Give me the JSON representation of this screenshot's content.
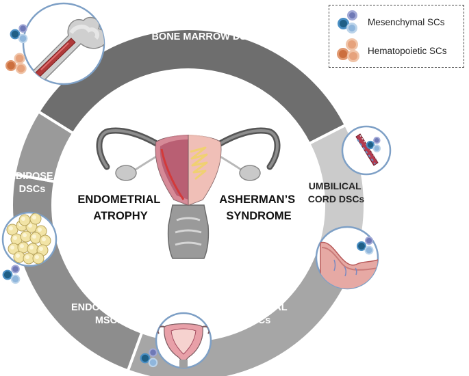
{
  "legend": {
    "items": [
      {
        "label": "Mesenchymal SCs",
        "icon": "mesenchymal-cell-cluster"
      },
      {
        "label": "Hematopoietic SCs",
        "icon": "hematopoietic-cell-cluster"
      }
    ]
  },
  "ring": {
    "segments": [
      {
        "key": "bone-marrow",
        "lines": [
          "BONE MARROW DSCs"
        ],
        "color": "#6e6e6e"
      },
      {
        "key": "umbilical",
        "lines": [
          "UMBILICAL",
          "CORD DSCs"
        ],
        "color": "#cbcbcb"
      },
      {
        "key": "menstrual",
        "lines": [
          "MENSTRUAL",
          "DSCs"
        ],
        "color": "#a6a6a6"
      },
      {
        "key": "endometrial",
        "lines": [
          "ENDOMETRIAL",
          "MSCs"
        ],
        "color": "#8d8d8d"
      },
      {
        "key": "adipose",
        "lines": [
          "ADIPOSE",
          "DSCs"
        ],
        "color": "#9a9a9a"
      }
    ]
  },
  "center": {
    "left_lines": [
      "ENDOMETRIAL",
      "ATROPHY"
    ],
    "right_lines": [
      "ASHERMAN’S",
      "SYNDROME"
    ]
  },
  "colors": {
    "mesenchymal_dark": "#1f5f86",
    "mesenchymal_mid": "#4a8fc4",
    "mesenchymal_light": "#8fb6dc",
    "mesenchymal_violet": "#6f79b6",
    "hematopoietic_dark": "#cc6f3e",
    "hematopoietic_light": "#e6a27c",
    "uterus_pink": "#e8a7b3",
    "uterus_red": "#d33a3a",
    "cervix_gray": "#9a9a9a"
  }
}
